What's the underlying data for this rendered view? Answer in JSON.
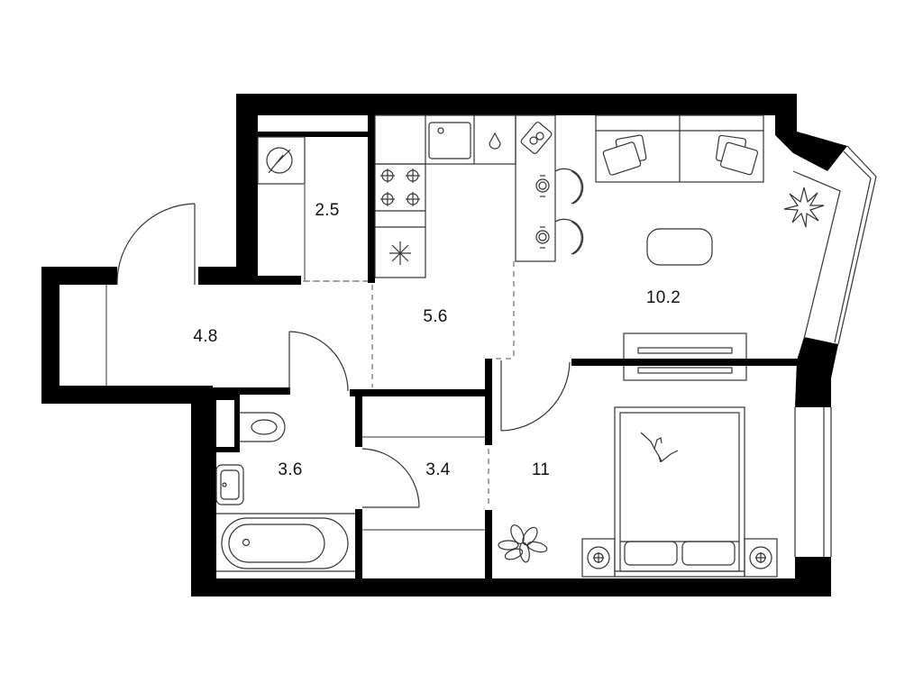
{
  "plan": {
    "type": "apartment-floor-plan",
    "colors": {
      "walls": "#000000",
      "background": "#ffffff",
      "furniture_lines": "#333333",
      "partitions_dashed": "#777777"
    },
    "rooms": [
      {
        "id": "storage",
        "area": "2.5"
      },
      {
        "id": "hallway",
        "area": "4.8"
      },
      {
        "id": "kitchen",
        "area": "5.6"
      },
      {
        "id": "living",
        "area": "10.2"
      },
      {
        "id": "bathroom",
        "area": "3.6"
      },
      {
        "id": "closet",
        "area": "3.4"
      },
      {
        "id": "bedroom",
        "area": "11"
      }
    ],
    "icons": [
      "boiler-icon",
      "sink-icon",
      "water-drop-icon",
      "stove-icon",
      "fridge-icon",
      "fruit-plate-icon",
      "chair-icon",
      "place-setting-icon",
      "sofa-icon",
      "pillow-icon",
      "coffee-table-icon",
      "plant-icon",
      "tv-unit-icon",
      "bed-icon",
      "cat-icon",
      "nightstand-lamp-icon",
      "toilet-icon",
      "washbasin-icon",
      "bathtub-icon",
      "door-swing-icon",
      "window-icon"
    ]
  }
}
